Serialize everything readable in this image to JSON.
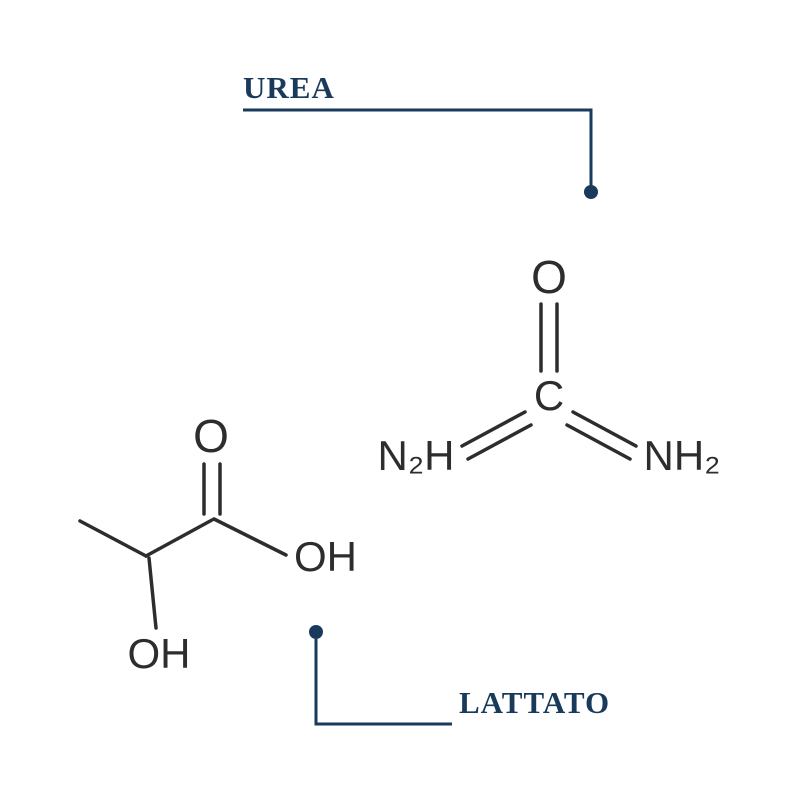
{
  "colors": {
    "accent": "#1a3a5c",
    "structure": "#2d2d2d",
    "background": "#ffffff"
  },
  "callouts": {
    "urea_label": "UREA",
    "lattato_label": "LATTATO"
  },
  "molecules": {
    "urea": {
      "oxygen": "O",
      "carbon": "C",
      "amine_left": "N₂H",
      "amine_right": "NH₂"
    },
    "lactate": {
      "oxygen": "O",
      "hydroxyl_carboxyl": "OH",
      "hydroxyl_alpha": "OH"
    }
  }
}
